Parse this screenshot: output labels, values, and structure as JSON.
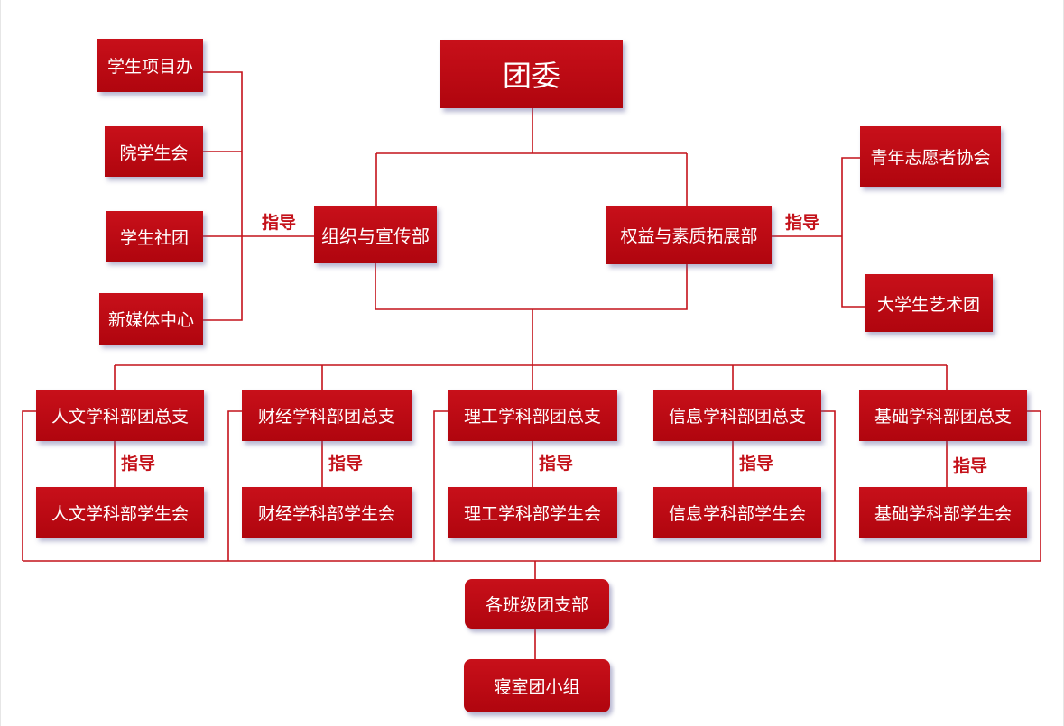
{
  "top": "团委",
  "left_units": [
    "学生项目办",
    "院学生会",
    "学生社团",
    "新媒体中心"
  ],
  "depts": {
    "org": "组织与宣传部",
    "rights": "权益与素质拓展部"
  },
  "right_units": [
    "青年志愿者协会",
    "大学生艺术团"
  ],
  "guide_label": "指导",
  "branches": [
    {
      "branch": "人文学科部团总支",
      "council": "人文学科部学生会"
    },
    {
      "branch": "财经学科部团总支",
      "council": "财经学科部学生会"
    },
    {
      "branch": "理工学科部团总支",
      "council": "理工学科部学生会"
    },
    {
      "branch": "信息学科部团总支",
      "council": "信息学科部学生会"
    },
    {
      "branch": "基础学科部团总支",
      "council": "基础学科部学生会"
    }
  ],
  "class_branch": "各班级团支部",
  "dorm_group": "寝室团小组",
  "colors": {
    "box": "#c00b14",
    "line": "#c4121a",
    "text": "#ffffff"
  }
}
